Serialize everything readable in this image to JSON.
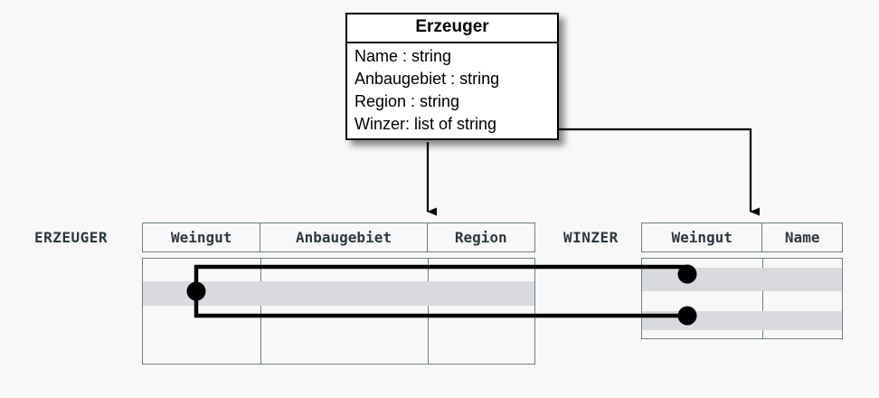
{
  "uml": {
    "title": "Erzeuger",
    "attributes": [
      "Name : string",
      "Anbaugebiet : string",
      "Region : string",
      "Winzer: list of string"
    ]
  },
  "tables": [
    {
      "key": "erzeuger",
      "label": "ERZEUGER",
      "columns": [
        "Weingut",
        "Anbaugebiet",
        "Region"
      ],
      "rows": [
        {
          "cells": [
            "",
            "",
            ""
          ],
          "shaded": false
        },
        {
          "cells": [
            "",
            "",
            ""
          ],
          "shaded": true
        },
        {
          "cells": [
            "",
            "",
            ""
          ],
          "shaded": false
        },
        {
          "cells": [
            "",
            "",
            ""
          ],
          "shaded": false
        }
      ]
    },
    {
      "key": "winzer",
      "label": "WINZER",
      "columns": [
        "Weingut",
        "Name"
      ],
      "rows": [
        {
          "cells": [
            "",
            ""
          ],
          "shaded": true
        },
        {
          "cells": [
            "",
            ""
          ],
          "shaded": false
        },
        {
          "cells": [
            "",
            ""
          ],
          "shaded": true
        }
      ]
    }
  ],
  "mappings": [
    {
      "from": "Erzeuger class",
      "to": "ERZEUGER table",
      "style": "arrow-down"
    },
    {
      "from": "Winzer: list of string",
      "to": "WINZER table",
      "style": "arrow-elbow-right-down"
    }
  ],
  "links": [
    {
      "from": "ERZEUGER row 2",
      "to": "WINZER row 1"
    },
    {
      "from": "ERZEUGER row 2",
      "to": "WINZER row 3"
    }
  ],
  "colors": {
    "background": "#f8f8f8",
    "row_shade": "#d9dade",
    "table_border": "#6f7d84",
    "table_text": "#2d3a41",
    "box_border": "#000000",
    "connector": "#000000"
  }
}
